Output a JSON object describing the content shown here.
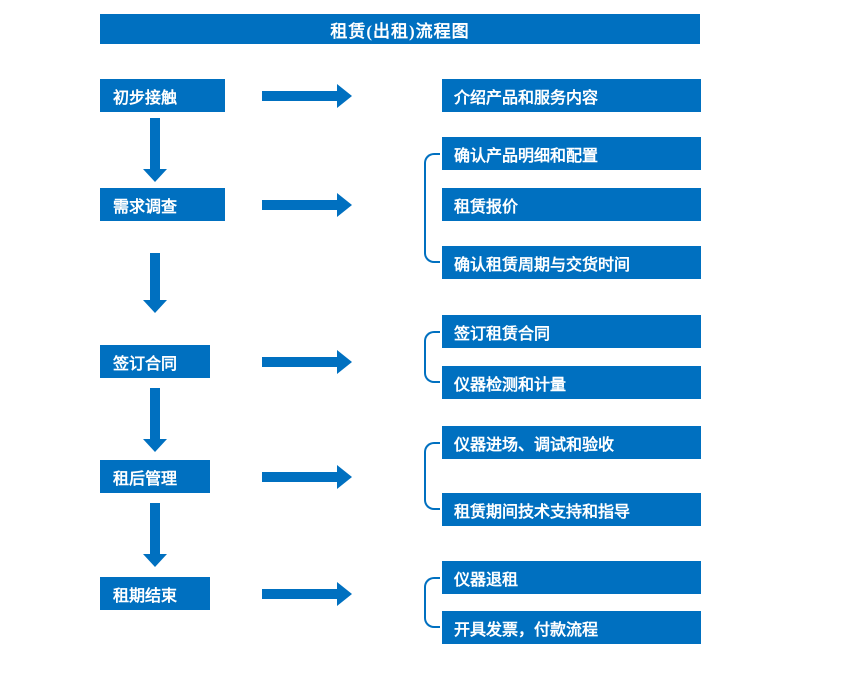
{
  "title": "租赁(出租)流程图",
  "colors": {
    "primary": "#0070C0",
    "background": "#FFFFFF",
    "text_on_primary": "#FFFFFF"
  },
  "steps": [
    {
      "label": "初步接触",
      "details": [
        "介绍产品和服务内容"
      ]
    },
    {
      "label": "需求调查",
      "details": [
        "确认产品明细和配置",
        "租赁报价",
        "确认租赁周期与交货时间"
      ]
    },
    {
      "label": "签订合同",
      "details": [
        "签订租赁合同",
        "仪器检测和计量"
      ]
    },
    {
      "label": "租后管理",
      "details": [
        "仪器进场、调试和验收",
        "租赁期间技术支持和指导"
      ]
    },
    {
      "label": "租期结束",
      "details": [
        "仪器退租",
        "开具发票，付款流程"
      ]
    }
  ]
}
